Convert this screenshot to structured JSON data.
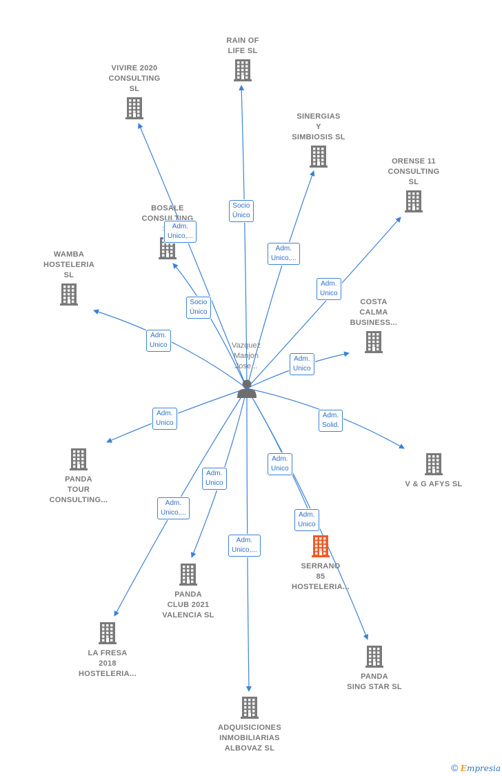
{
  "center": {
    "name": "Vazquez\nManjon\nJose..."
  },
  "nodes": [
    {
      "id": "rain",
      "label": "RAIN OF\nLIFE  SL"
    },
    {
      "id": "vivire",
      "label": "VIVIRE 2020\nCONSULTING\nSL"
    },
    {
      "id": "sinergias",
      "label": "SINERGIAS\nY\nSIMBIOSIS SL"
    },
    {
      "id": "orense",
      "label": "ORENSE 11\nCONSULTING\nSL"
    },
    {
      "id": "bosale",
      "label": "BOSALE\nCONSULTING\nSL"
    },
    {
      "id": "wamba",
      "label": "WAMBA\nHOSTELERIA\nSL"
    },
    {
      "id": "costa",
      "label": "COSTA\nCALMA\nBUSINESS..."
    },
    {
      "id": "panda_tour",
      "label": "PANDA\nTOUR\nCONSULTING..."
    },
    {
      "id": "vg",
      "label": "V & G AFYS  SL"
    },
    {
      "id": "serrano",
      "label": "SERRANO\n85\nHOSTELERIA...",
      "highlight": true
    },
    {
      "id": "panda_club",
      "label": "PANDA\nCLUB 2021\nVALENCIA  SL"
    },
    {
      "id": "la_fresa",
      "label": "LA FRESA\n2018\nHOSTELERIA..."
    },
    {
      "id": "panda_sing",
      "label": "PANDA\nSING STAR  SL"
    },
    {
      "id": "adquis",
      "label": "ADQUISICIONES\nINMOBILIARIAS\nALBOVAZ  SL"
    }
  ],
  "edges": [
    {
      "to": "rain",
      "label": "Socio\nÚnico"
    },
    {
      "to": "vivire",
      "label": "Adm.\nUnico,..."
    },
    {
      "to": "bosale",
      "label": "Socio\nÚnico"
    },
    {
      "to": "sinergias",
      "label": "Adm.\nUnico,..."
    },
    {
      "to": "orense",
      "label": "Adm.\nUnico"
    },
    {
      "to": "wamba",
      "label": "Adm.\nUnico"
    },
    {
      "to": "costa",
      "label": "Adm.\nUnico"
    },
    {
      "to": "panda_tour",
      "label": "Adm.\nUnico"
    },
    {
      "to": "vg",
      "label": "Adm.\nSolid."
    },
    {
      "to": "serrano",
      "label": "Adm.\nUnico"
    },
    {
      "to": "panda_sing",
      "label": "Adm.\nUnico"
    },
    {
      "to": "panda_club",
      "label": "Adm.\nUnico"
    },
    {
      "to": "la_fresa",
      "label": "Adm.\nUnico,..."
    },
    {
      "to": "adquis",
      "label": "Adm.\nUnico,..."
    }
  ],
  "colors": {
    "edge": "#3b82d8",
    "building": "#7a7a7a",
    "highlight": "#f05a28",
    "person": "#6e6e6e"
  },
  "footer": {
    "copyright": "©",
    "brand_first": "E",
    "brand_rest": "mpresia"
  }
}
